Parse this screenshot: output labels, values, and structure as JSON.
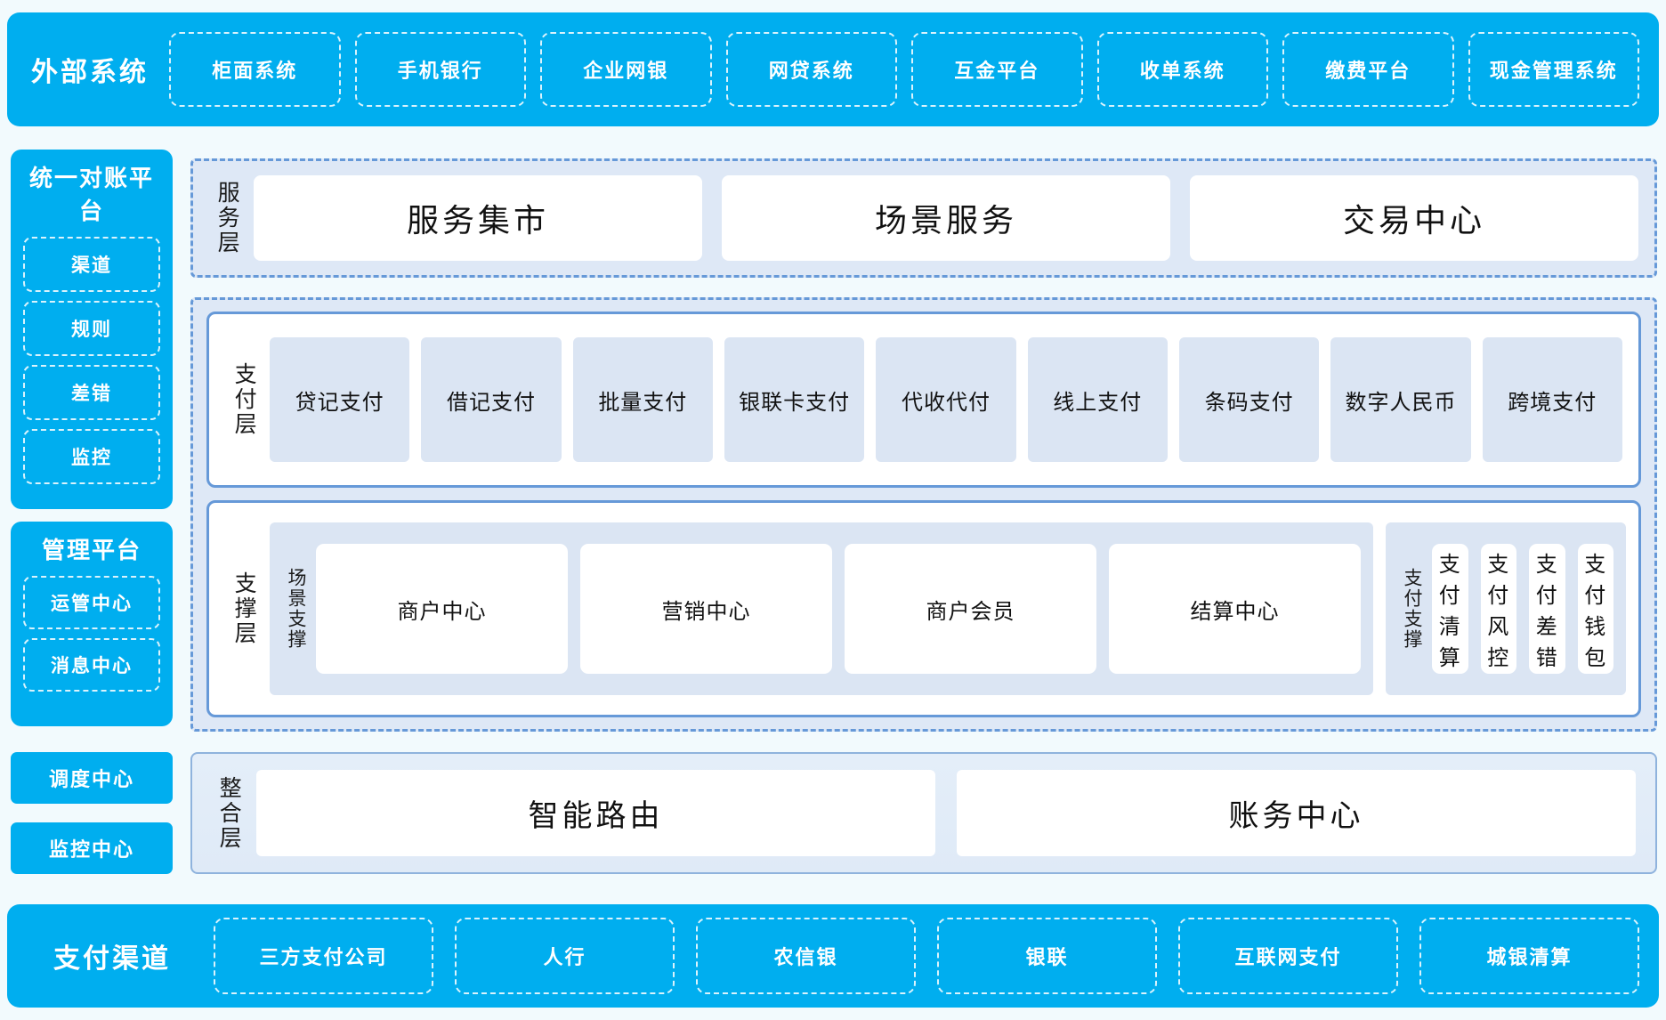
{
  "colors": {
    "accent_cyan": "#00aeef",
    "band_fill": "#dee8f6",
    "band_border": "#6699d8",
    "card_fill": "#dbe5f3",
    "page_background": "#f2fafd"
  },
  "external_systems": {
    "title": "外部系统",
    "items": [
      "柜面系统",
      "手机银行",
      "企业网银",
      "网贷系统",
      "互金平台",
      "收单系统",
      "缴费平台",
      "现金管理系统"
    ]
  },
  "sidebar": {
    "reconciliation_platform": {
      "title": "统一对账平台",
      "items": [
        "渠道",
        "规则",
        "差错",
        "监控"
      ]
    },
    "management_platform": {
      "title": "管理平台",
      "items": [
        "运管中心",
        "消息中心"
      ]
    },
    "standalone": [
      "调度中心",
      "监控中心"
    ]
  },
  "service_layer": {
    "label": "服务层",
    "cards": [
      "服务集市",
      "场景服务",
      "交易中心"
    ]
  },
  "payment_layer": {
    "label": "支付层",
    "cards": [
      "贷记支付",
      "借记支付",
      "批量支付",
      "银联卡支付",
      "代收代付",
      "线上支付",
      "条码支付",
      "数字人民币",
      "跨境支付"
    ]
  },
  "support_layer": {
    "label": "支撑层",
    "groups": [
      {
        "label": "场景支撑",
        "cards": [
          "商户中心",
          "营销中心",
          "商户会员",
          "结算中心"
        ]
      },
      {
        "label": "支付支撑",
        "cards": [
          "支付清算",
          "支付风控",
          "支付差错",
          "支付钱包"
        ]
      }
    ]
  },
  "integration_layer": {
    "label": "整合层",
    "cards": [
      "智能路由",
      "账务中心"
    ]
  },
  "payment_channels": {
    "title": "支付渠道",
    "items": [
      "三方支付公司",
      "人行",
      "农信银",
      "银联",
      "互联网支付",
      "城银清算"
    ]
  }
}
